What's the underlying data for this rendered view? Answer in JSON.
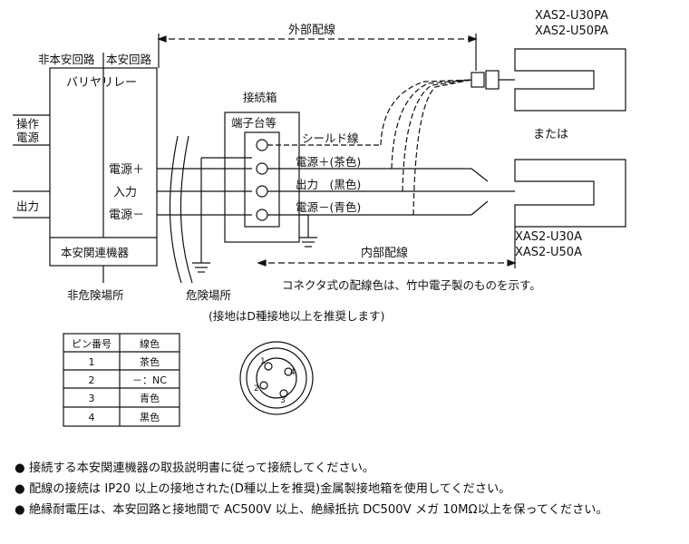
{
  "sensors": {
    "pa_model_1": "XAS2-U30PA",
    "pa_model_2": "XAS2-U50PA",
    "or_label": "または",
    "a_model_1": "XAS2-U30A",
    "a_model_2": "XAS2-U50A"
  },
  "wiring": {
    "external_label": "外部配線",
    "internal_label": "内部配線",
    "non_safe_circuit": "非本安回路",
    "safe_circuit": "本安回路",
    "relay_label": "バリヤリレー",
    "operating_power": "操作\n電源",
    "output_label": "出力",
    "power_plus": "電源＋",
    "input_label": "入力",
    "power_minus": "電源－",
    "safety_device": "本安関連機器",
    "non_hazardous": "非危険場所",
    "hazardous": "危険場所",
    "ground_note": "(接地はD種接地以上を推奨します)",
    "junction_box_1": "接続箱",
    "junction_box_2": "端子台等",
    "shield_wire": "シールド線",
    "wire_brown": "電源＋(茶色)",
    "wire_black": "出力　(黒色)",
    "wire_blue": "電源－(青色)",
    "connector_note": "コネクタ式の配線色は、竹中電子製のものを示す。"
  },
  "pin_table": {
    "headers": [
      "ピン番号",
      "線色"
    ],
    "rows": [
      {
        "pin": "1",
        "color": "茶色"
      },
      {
        "pin": "2",
        "color": "－：NC"
      },
      {
        "pin": "3",
        "color": "青色"
      },
      {
        "pin": "4",
        "color": "黒色"
      }
    ]
  },
  "connector": {
    "pins": [
      "1",
      "2",
      "3",
      "4"
    ]
  },
  "notes": [
    "接続する本安関連機器の取扱説明書に従って接続してください。",
    "配線の接続は IP20 以上の接地された(D種以上を推奨)金属製接地箱を使用してください。",
    "絶縁耐電圧は、本安回路と接地間で AC500V 以上、絶縁抵抗 DC500V メガ 10MΩ以上を保ってください。"
  ],
  "bullet_symbol": "●"
}
